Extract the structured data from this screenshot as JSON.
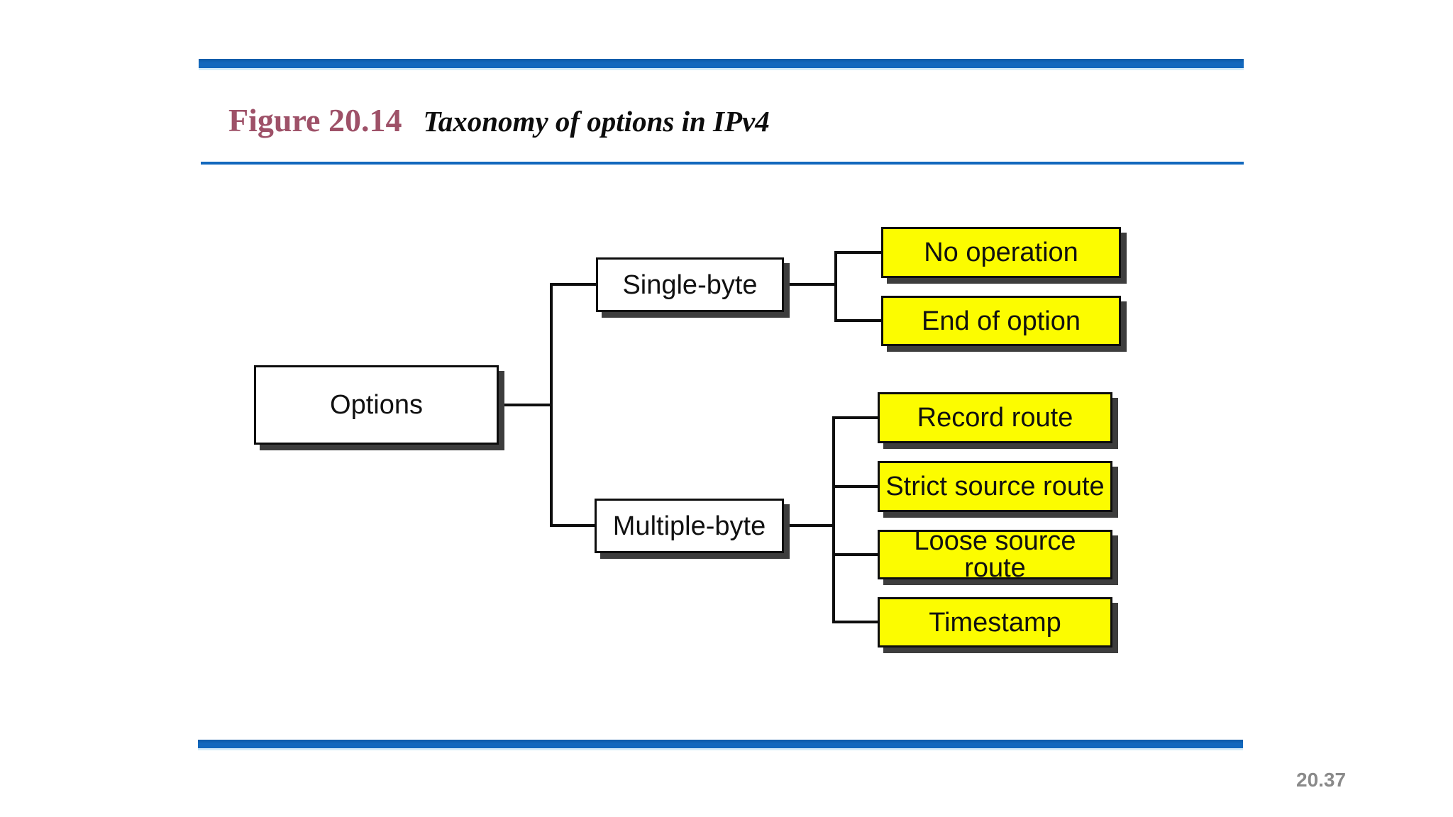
{
  "header": {
    "figure_label": "Figure 20.14",
    "figure_title": "Taxonomy of options in IPv4"
  },
  "tree": {
    "root": {
      "label": "Options"
    },
    "branches": [
      {
        "label": "Single-byte",
        "children": [
          {
            "label": "No operation"
          },
          {
            "label": "End of option"
          }
        ]
      },
      {
        "label": "Multiple-byte",
        "children": [
          {
            "label": "Record route"
          },
          {
            "label": "Strict source route"
          },
          {
            "label": "Loose source route"
          },
          {
            "label": "Timestamp"
          }
        ]
      }
    ]
  },
  "footer": {
    "page_number": "20.37"
  },
  "colors": {
    "accent_blue": "#1268bd",
    "title_maroon": "#9e5168",
    "leaf_yellow": "#fcfc00",
    "box_shadow_gray": "#3d3d3d",
    "line_black": "#0e0e0e",
    "page_number_gray": "#8a8a8a"
  }
}
